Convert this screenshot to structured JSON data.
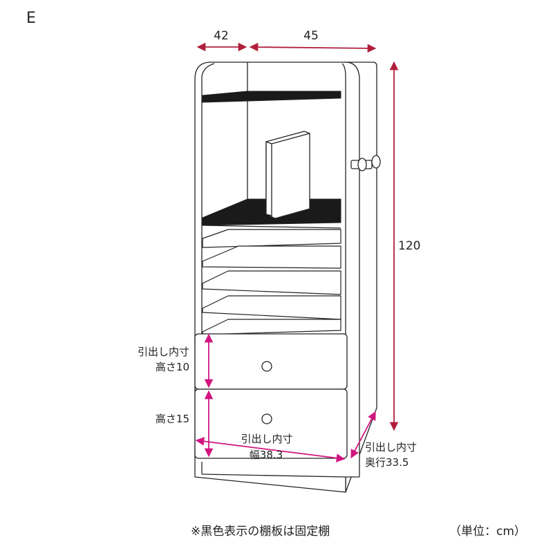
{
  "figure": {
    "variant_label": "E",
    "unit_note": "（単位：cm）",
    "footnote": "※黒色表示の棚板は固定棚"
  },
  "dimensions": {
    "depth_top": "42",
    "width_top": "45",
    "height_total": "120",
    "drawer_inner_height_label": "引出し内寸",
    "drawer_inner_height_value": "高さ10",
    "drawer_height": "高さ15",
    "drawer_inner_width_label": "引出し内寸",
    "drawer_inner_width_value": "幅38.3",
    "drawer_inner_depth_label": "引出し内寸",
    "drawer_inner_depth_value": "奥行33.5"
  },
  "colors": {
    "outline": "#222222",
    "fixed_shelf": "#1a1a1a",
    "dimension_red": "#b01e3c",
    "dimension_magenta": "#d1157f"
  }
}
